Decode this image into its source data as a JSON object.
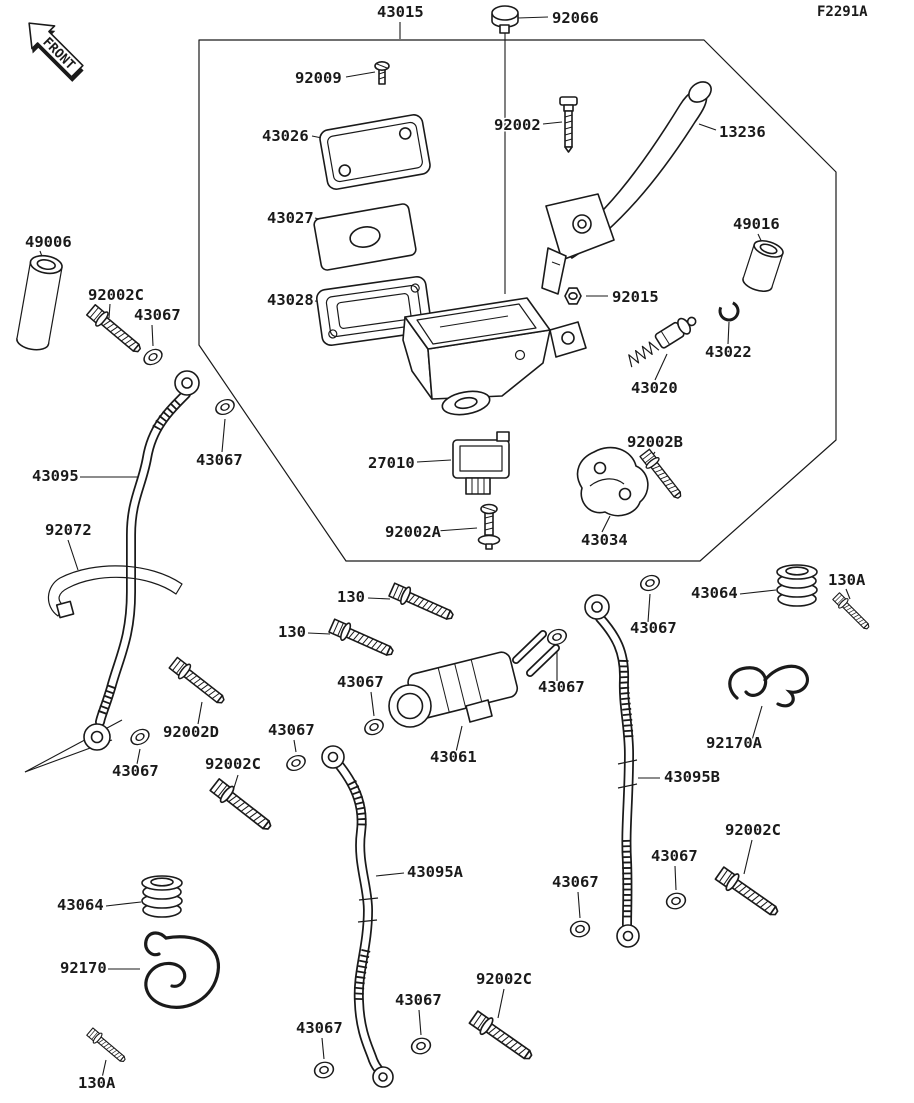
{
  "diagram": {
    "figure_code": "F2291A",
    "front_indicator": "FRONT",
    "labels": [
      {
        "text": "43015"
      },
      {
        "text": "92066"
      },
      {
        "text": "92009"
      },
      {
        "text": "43026"
      },
      {
        "text": "92002"
      },
      {
        "text": "13236"
      },
      {
        "text": "43027"
      },
      {
        "text": "49016"
      },
      {
        "text": "49006"
      },
      {
        "text": "92002C"
      },
      {
        "text": "43067"
      },
      {
        "text": "43028"
      },
      {
        "text": "92015"
      },
      {
        "text": "43022"
      },
      {
        "text": "43020"
      },
      {
        "text": "43067"
      },
      {
        "text": "27010"
      },
      {
        "text": "92002B"
      },
      {
        "text": "43095"
      },
      {
        "text": "92072"
      },
      {
        "text": "92002A"
      },
      {
        "text": "43034"
      },
      {
        "text": "130"
      },
      {
        "text": "43064"
      },
      {
        "text": "130A"
      },
      {
        "text": "43067"
      },
      {
        "text": "130"
      },
      {
        "text": "43067"
      },
      {
        "text": "43067"
      },
      {
        "text": "43061"
      },
      {
        "text": "92170A"
      },
      {
        "text": "43095B"
      },
      {
        "text": "92002D"
      },
      {
        "text": "43067"
      },
      {
        "text": "92002C"
      },
      {
        "text": "43067"
      },
      {
        "text": "43095A"
      },
      {
        "text": "92002C"
      },
      {
        "text": "43067"
      },
      {
        "text": "43067"
      },
      {
        "text": "43064"
      },
      {
        "text": "92170"
      },
      {
        "text": "92002C"
      },
      {
        "text": "43067"
      },
      {
        "text": "43067"
      },
      {
        "text": "130A"
      }
    ]
  }
}
